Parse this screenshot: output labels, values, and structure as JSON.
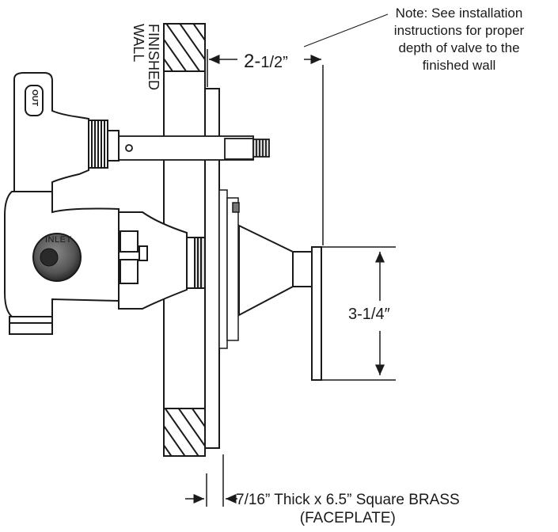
{
  "note": {
    "lines": [
      "Note: See installation",
      "instructions for proper",
      "depth of valve to the",
      "finished wall"
    ]
  },
  "wall_label": {
    "line1": "FINISHED",
    "line2": "WALL"
  },
  "dimensions": {
    "depth_main": "2-",
    "depth_fraction": "1/2”",
    "height": "3-1/4″"
  },
  "faceplate": {
    "line1": "7/16” Thick x 6.5” Square BRASS",
    "line2": "(FACEPLATE)"
  },
  "valve_labels": {
    "out": "OUT",
    "inlet": "INLET"
  }
}
